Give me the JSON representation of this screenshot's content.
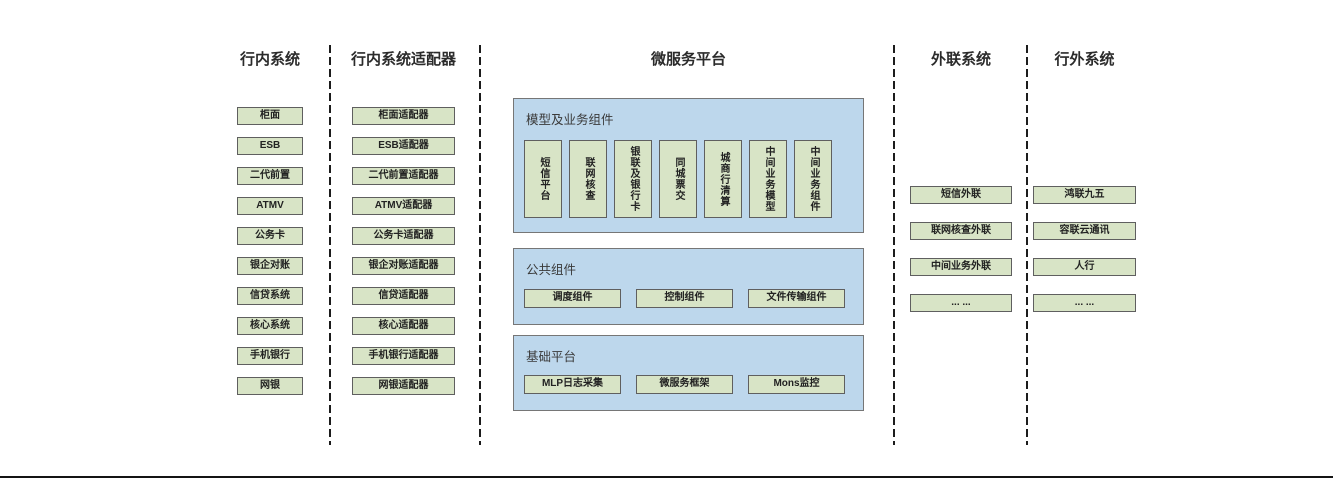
{
  "columns": {
    "internal": {
      "title": "行内系统",
      "boxes": [
        "柜面",
        "ESB",
        "二代前置",
        "ATMV",
        "公务卡",
        "银企对账",
        "信贷系统",
        "核心系统",
        "手机银行",
        "网银"
      ]
    },
    "adapters": {
      "title": "行内系统适配器",
      "boxes": [
        "柜面适配器",
        "ESB适配器",
        "二代前置适配器",
        "ATMV适配器",
        "公务卡适配器",
        "银企对账适配器",
        "信贷适配器",
        "核心适配器",
        "手机银行适配器",
        "网银适配器"
      ]
    },
    "external": {
      "title": "外联系统",
      "boxes": [
        "短信外联",
        "联网核查外联",
        "中间业务外联",
        "... ..."
      ]
    },
    "outside": {
      "title": "行外系统",
      "boxes": [
        "鸿联九五",
        "容联云通讯",
        "人行",
        "... ..."
      ]
    }
  },
  "platform": {
    "title": "微服务平台",
    "panels": {
      "model": {
        "title": "模型及业务组件",
        "boxes": [
          "短信平台",
          "联网核查",
          "银联及银行卡",
          "同城票交",
          "城商行清算",
          "中间业务模型",
          "中间业务组件"
        ]
      },
      "common": {
        "title": "公共组件",
        "boxes": [
          "调度组件",
          "控制组件",
          "文件传输组件"
        ]
      },
      "base": {
        "title": "基础平台",
        "boxes": [
          "MLP日志采集",
          "微服务框架",
          "Mons监控"
        ]
      }
    }
  },
  "colors": {
    "box_fill": "#d8e4c6",
    "box_border": "#5f5f5f",
    "panel_fill": "#bdd7ec",
    "panel_border": "#767676",
    "separator": "#1c1c1c"
  }
}
